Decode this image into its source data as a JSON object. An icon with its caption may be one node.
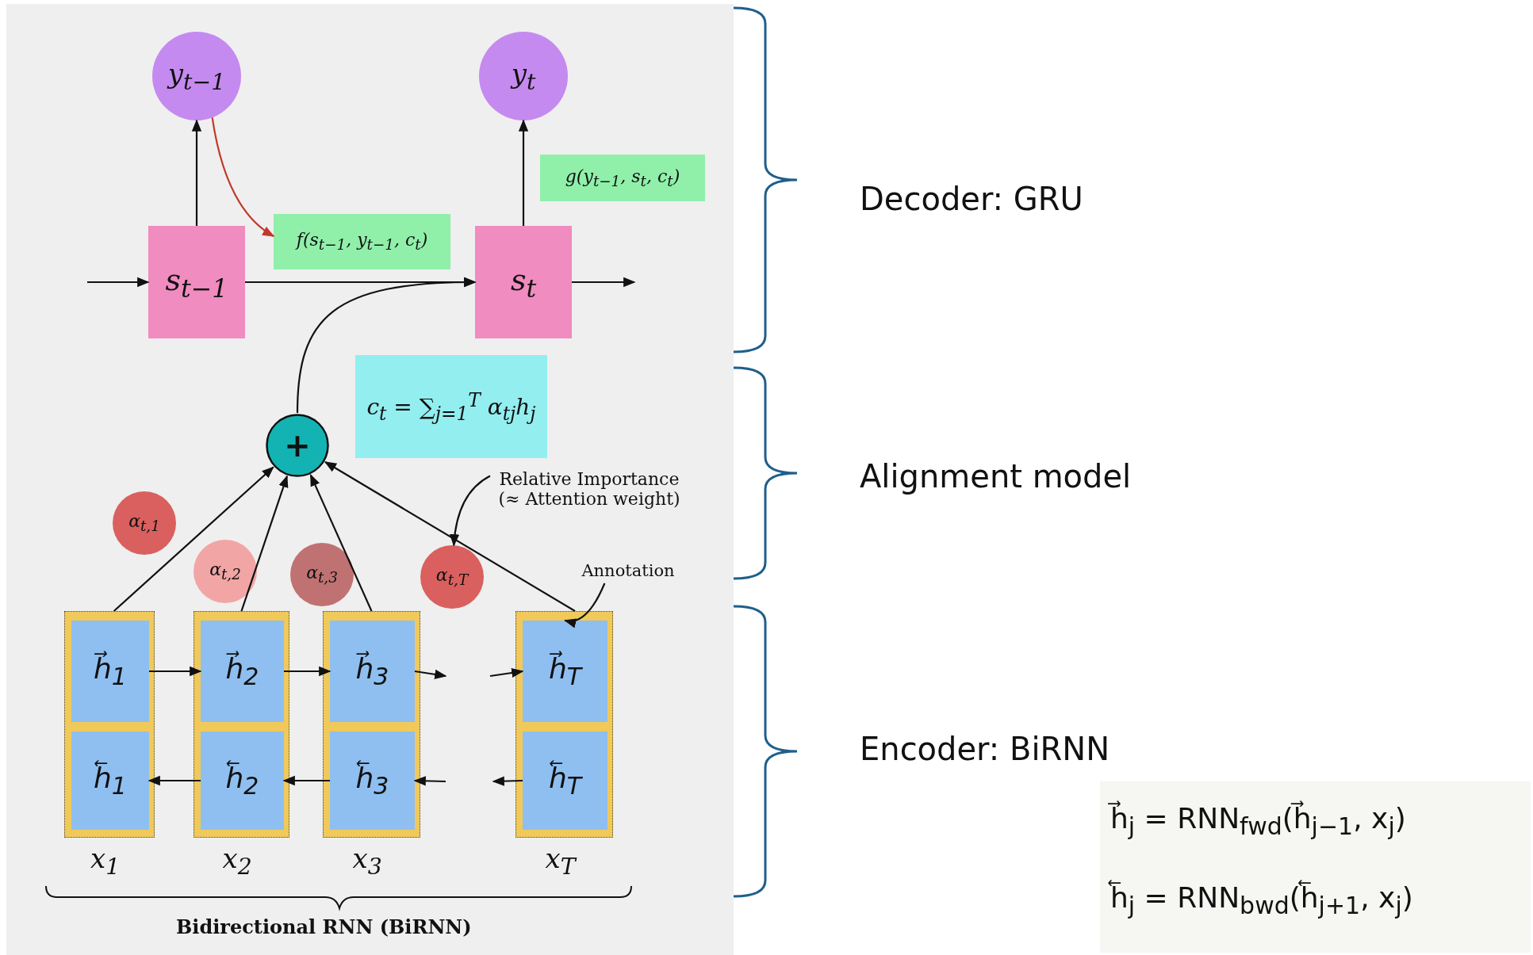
{
  "diagram": {
    "nodes": [
      {
        "text": [
          "y$_{t−1}$"
        ]
      },
      {
        "text": [
          "y$_{t}$"
        ]
      },
      {
        "text": [
          "s$_{t−1}$"
        ]
      },
      {
        "text": [
          "s$_{t}$"
        ]
      },
      {
        "text": [
          "f(s$_{t−1}$, y$_{t−1}$, c$_{t}$)"
        ]
      },
      {
        "text": [
          "g(y$_{t−1}$, s$_{t}$, c$_{t}$)"
        ]
      },
      {
        "text": [
          "c$_{t}$ = ∑$_{j=1}$$^{T}$ α$_{tj}$h$_{j}$"
        ]
      },
      {
        "text": [
          "+"
        ]
      },
      {
        "text": [
          "α$_{t,1}$"
        ]
      },
      {
        "text": [
          "α$_{t,2}$"
        ]
      },
      {
        "text": [
          "α$_{t,3}$"
        ]
      },
      {
        "text": [
          "α$_{t,T}$"
        ]
      },
      {
        "text": [
          "Relative Importance (≈ Attention weight)"
        ]
      },
      {
        "text": [
          "Annotation"
        ]
      },
      {
        "text": [],
        "shape": "box",
        "beside": [
          "x$_{1}$"
        ]
      },
      {
        "text": [
          "h⃗$_{1}$"
        ],
        "in": 14
      },
      {
        "text": [
          "h⃖$_{1}$"
        ],
        "in": 14
      },
      {
        "text": [],
        "shape": "box",
        "beside": [
          "x$_{2}$"
        ]
      },
      {
        "text": [
          "h⃗$_{2}$"
        ],
        "in": 17
      },
      {
        "text": [
          "h⃖$_{2}$"
        ],
        "in": 17
      },
      {
        "text": [],
        "shape": "box",
        "beside": [
          "x$_{3}$"
        ]
      },
      {
        "text": [
          "h⃗$_{3}$"
        ],
        "in": 20
      },
      {
        "text": [
          "h⃖$_{3}$"
        ],
        "in": 20
      },
      {
        "text": [],
        "shape": "box",
        "beside": [
          "x$_{T}$"
        ]
      },
      {
        "text": [
          "h⃗$_{T}$"
        ],
        "in": 23
      },
      {
        "text": [
          "h⃖$_{T}$"
        ],
        "in": 23
      }
    ],
    "edges": [
      {
        "from": null,
        "to": 2,
        "arrow": "to"
      },
      {
        "from": 2,
        "to": 3,
        "arrow": "to"
      },
      {
        "from": 3,
        "to": null,
        "arrow": "to"
      },
      {
        "from": 2,
        "to": 0,
        "arrow": "to"
      },
      {
        "from": 3,
        "to": 1,
        "arrow": "to"
      },
      {
        "from": 0,
        "to": 4,
        "arrow": "to",
        "color": "#c0392b"
      },
      {
        "from": 7,
        "to": 3,
        "arrow": "to"
      },
      {
        "from": 14,
        "to": 7,
        "arrow": "to"
      },
      {
        "from": 17,
        "to": 7,
        "arrow": "to"
      },
      {
        "from": 20,
        "to": 7,
        "arrow": "to"
      },
      {
        "from": 23,
        "to": 7,
        "arrow": "to"
      },
      {
        "from": 15,
        "to": 18,
        "arrow": "to"
      },
      {
        "from": 18,
        "to": 21,
        "arrow": "to"
      },
      {
        "from": 21,
        "to": null,
        "arrow": "to"
      },
      {
        "from": null,
        "to": 24,
        "arrow": "to"
      },
      {
        "from": 25,
        "to": null,
        "arrow": "to"
      },
      {
        "from": null,
        "to": 22,
        "arrow": "to"
      },
      {
        "from": 22,
        "to": 19,
        "arrow": "to"
      },
      {
        "from": 19,
        "to": 16,
        "arrow": "to"
      },
      {
        "from": 12,
        "to": 11,
        "arrow": "to"
      },
      {
        "from": 13,
        "to": 24,
        "arrow": "to"
      }
    ],
    "labels": [
      "Bidirectional RNN (BiRNN)",
      "Decoder: GRU",
      "Alignment model",
      "Encoder: BiRNN",
      "h⃗$_{j}$ = RNN$_{fwd}$(h⃗$_{j−1}$, x$_{j}$)",
      "h⃖$_{j}$ = RNN$_{bwd}$(h⃖$_{j+1}$, x$_{j}$)"
    ]
  }
}
